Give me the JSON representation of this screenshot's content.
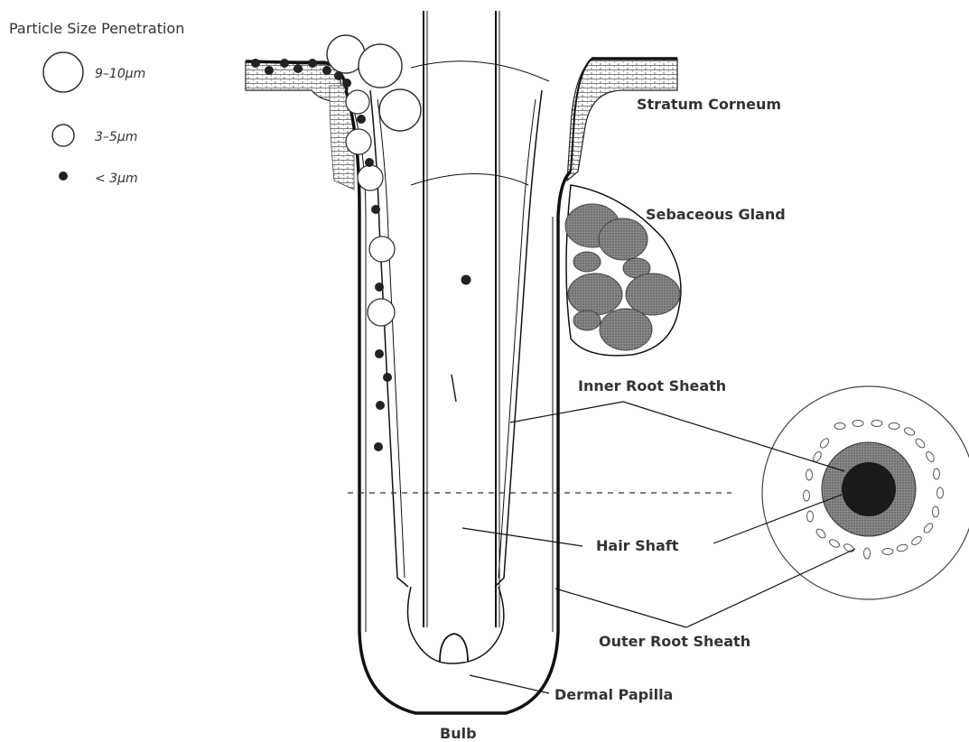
{
  "legend": {
    "title": "Particle Size Penetration",
    "items": [
      {
        "label": "9–10μm"
      },
      {
        "label": "3–5μm"
      },
      {
        "label": "< 3μm"
      }
    ]
  },
  "labels": {
    "stratum_corneum": "Stratum Corneum",
    "sebaceous_gland": "Sebaceous Gland",
    "inner_root_sheath": "Inner Root Sheath",
    "hair_shaft": "Hair Shaft",
    "outer_root_sheath": "Outer Root Sheath",
    "dermal_papilla": "Dermal Papilla",
    "bulb": "Bulb"
  },
  "colors": {
    "ink": "#111111",
    "text": "#333333",
    "stipple": "#9a9a9a",
    "core": "#1a1a1a"
  }
}
